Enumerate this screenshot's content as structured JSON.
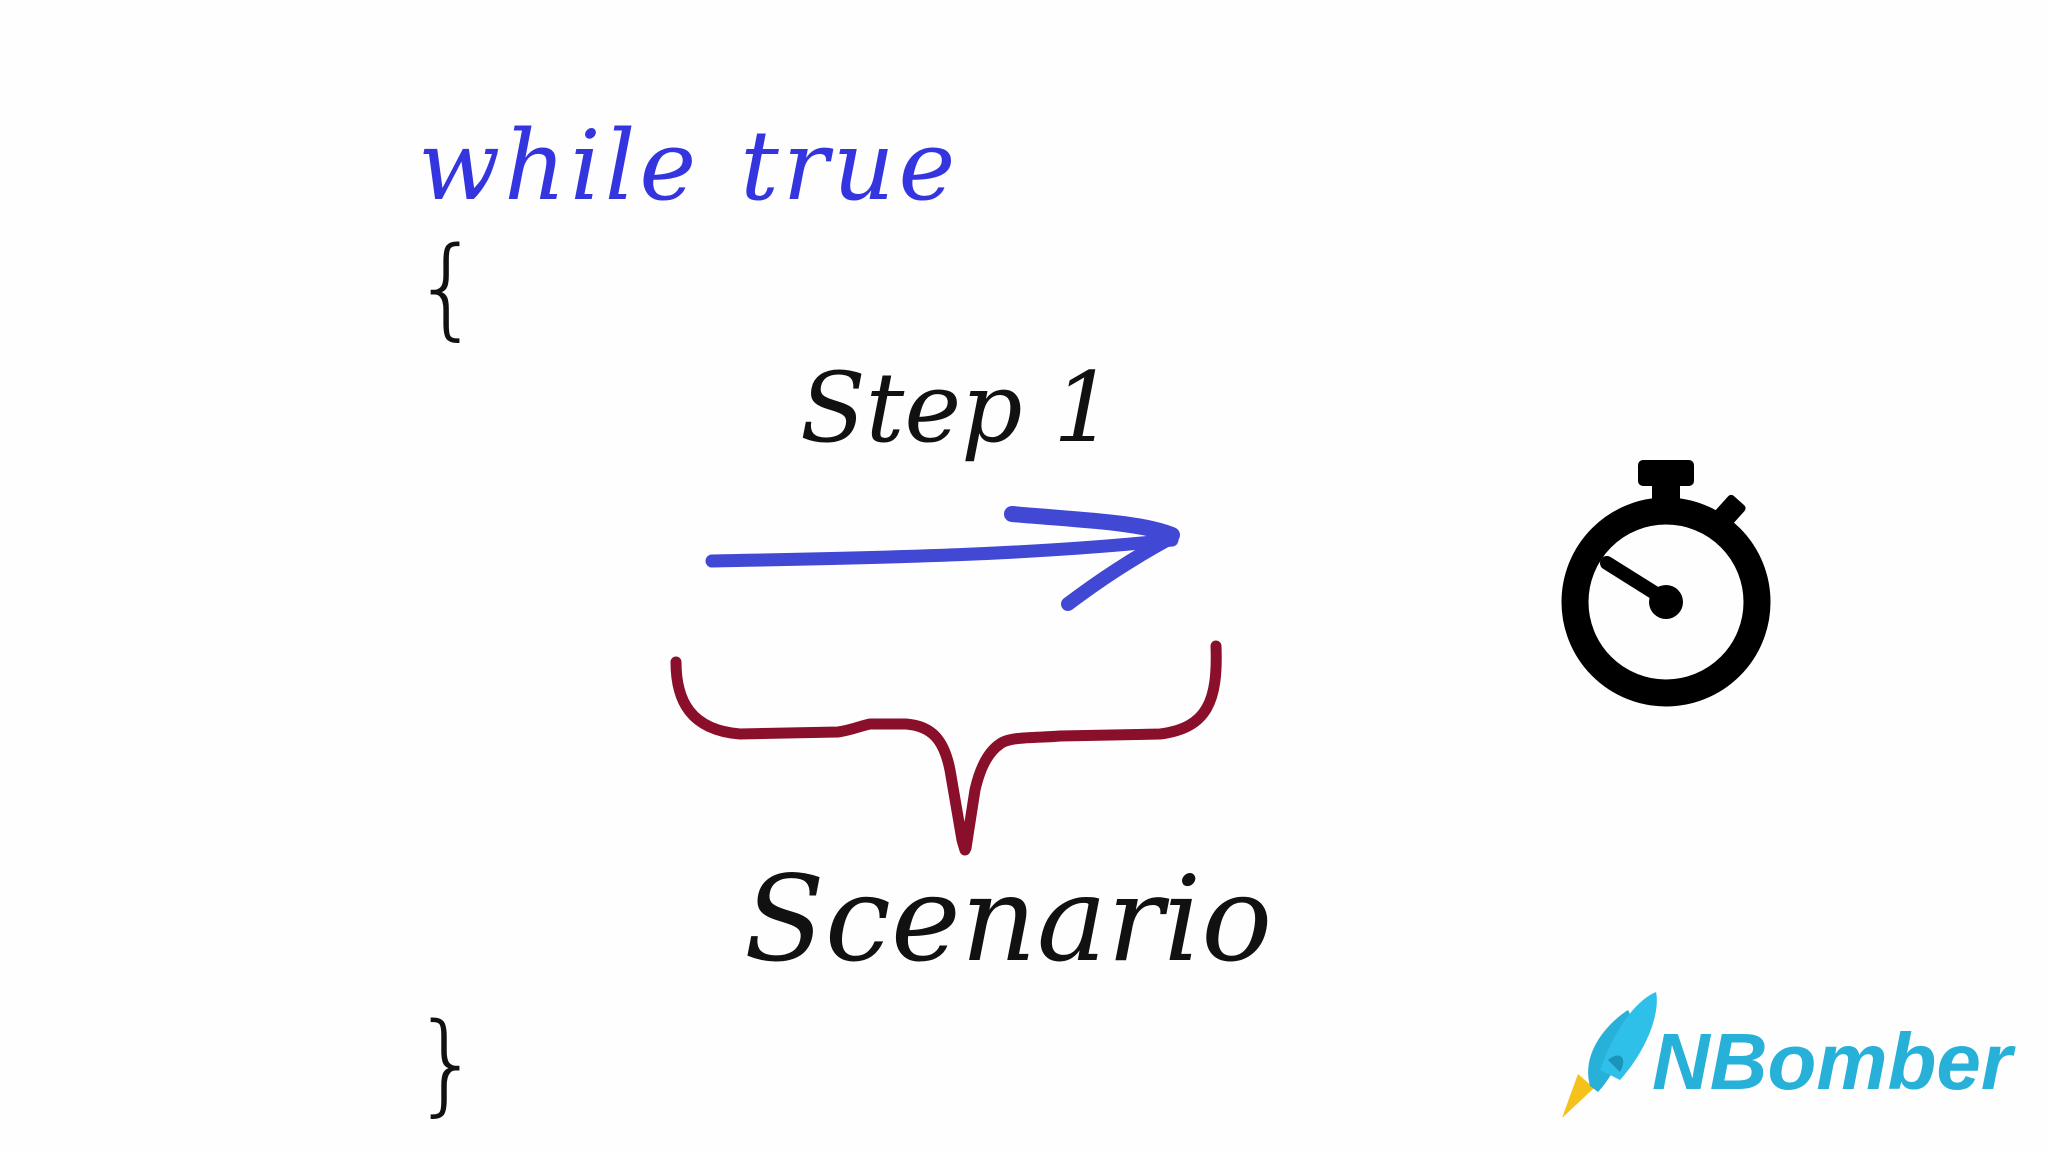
{
  "code": {
    "keyword": "while",
    "condition": "true",
    "open_brace": "{",
    "close_brace": "}"
  },
  "step": {
    "label": "Step 1"
  },
  "scenario": {
    "label": "Scenario"
  },
  "icons": {
    "arrow": "right-arrow-icon",
    "bracket": "curly-bracket-icon",
    "timer": "stopwatch-icon",
    "logo": "rocket-icon"
  },
  "logo": {
    "text": "NBomber"
  },
  "colors": {
    "keyword": "#3535e0",
    "text": "#111111",
    "arrow": "#4048d4",
    "bracket": "#8a0f2a",
    "stopwatch": "#000000",
    "logo_text": "#27b0d8",
    "rocket": "#2ec0e8",
    "flame": "#f4c21a"
  }
}
